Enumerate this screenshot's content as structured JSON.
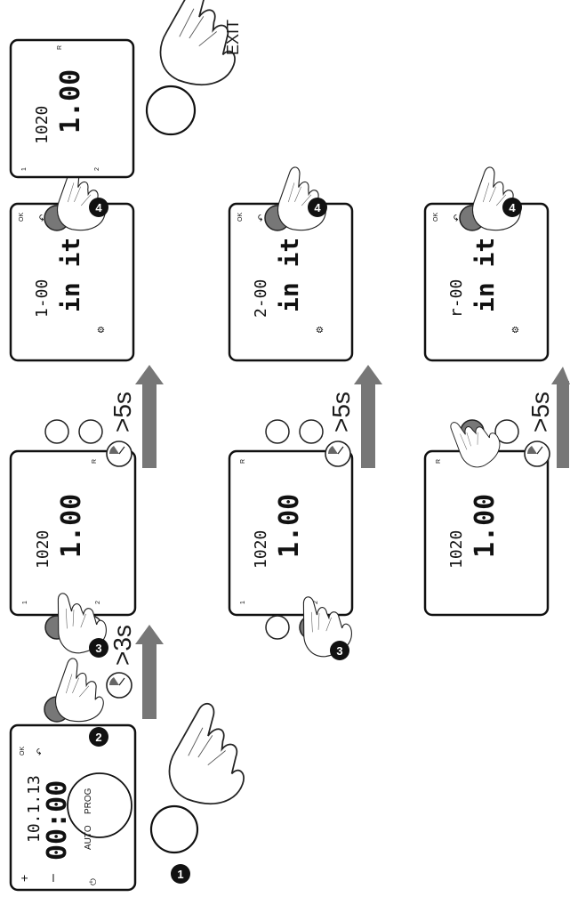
{
  "steps": {
    "s1": "1",
    "s2": "2",
    "s3": "3",
    "s4": "4"
  },
  "timers": {
    "t3": ">3s",
    "t5": ">5s"
  },
  "exit_label": "EXIT",
  "screen_main": {
    "date": "10.1.13",
    "time": "00:00",
    "auto": "AUTO",
    "prog": "PROG",
    "ok": "OK"
  },
  "screen_standard": {
    "code": "1020",
    "value": "1.00",
    "left_key": "1",
    "right_key": "2",
    "reset_key": "R"
  },
  "screen_init": [
    {
      "code": "1-00",
      "word": "in it",
      "ok": "OK"
    },
    {
      "code": "2-00",
      "word": "in it",
      "ok": "OK"
    },
    {
      "code": "r-00",
      "word": "in it",
      "ok": "OK"
    }
  ]
}
